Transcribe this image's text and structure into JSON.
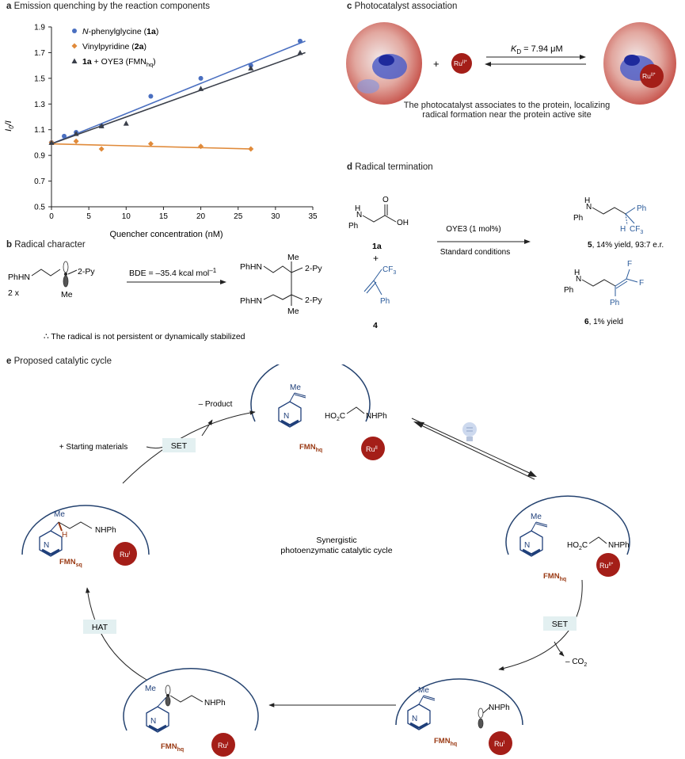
{
  "panel_a": {
    "letter": "a",
    "title": "Emission quenching by the reaction components",
    "ylabel_main": "I",
    "ylabel_sub": "0",
    "ylabel_suffix": "/I",
    "xlabel": "Quencher concentration (nM)",
    "legend": [
      {
        "pre": "",
        "ital": "N",
        "mid": "-phenylglycine (",
        "bold": "1a",
        "post": ")",
        "color": "#4a6fc0",
        "marker": "circle"
      },
      {
        "pre": "Vinylpyridine (",
        "ital": "",
        "mid": "",
        "bold": "2a",
        "post": ")",
        "color": "#e08a3a",
        "marker": "diamond"
      },
      {
        "pre": "",
        "ital": "",
        "mid": "",
        "bold": "1a",
        "post": " + OYE3 (FMN",
        "sub": "hq",
        "close": ")",
        "color": "#3a3f4a",
        "marker": "triangle"
      }
    ]
  },
  "chart_data": {
    "type": "scatter",
    "xlim": [
      0,
      35
    ],
    "ylim": [
      0.5,
      1.9
    ],
    "xticks": [
      0,
      5,
      10,
      15,
      20,
      25,
      30,
      35
    ],
    "yticks": [
      0.5,
      0.7,
      0.9,
      1.1,
      1.3,
      1.5,
      1.7,
      1.9
    ],
    "series": [
      {
        "name": "N-phenylglycine (1a)",
        "color": "#4a6fc0",
        "marker": "circle",
        "x": [
          0,
          1.7,
          3.3,
          6.7,
          13.3,
          20,
          26.7,
          33.3
        ],
        "y": [
          1.0,
          1.05,
          1.08,
          1.13,
          1.36,
          1.5,
          1.6,
          1.79
        ],
        "fit": [
          [
            0,
            0.99
          ],
          [
            34,
            1.79
          ]
        ]
      },
      {
        "name": "Vinylpyridine (2a)",
        "color": "#e08a3a",
        "marker": "diamond",
        "x": [
          0,
          3.3,
          6.7,
          13.3,
          20,
          26.7
        ],
        "y": [
          1.0,
          1.01,
          0.95,
          0.99,
          0.97,
          0.95
        ],
        "fit": [
          [
            0,
            0.99
          ],
          [
            27,
            0.95
          ]
        ]
      },
      {
        "name": "1a + OYE3 (FMNhq)",
        "color": "#3a3f4a",
        "marker": "triangle",
        "x": [
          0,
          3.3,
          6.7,
          10,
          20,
          26.7,
          33.3
        ],
        "y": [
          1.0,
          1.07,
          1.13,
          1.15,
          1.42,
          1.58,
          1.7
        ],
        "fit": [
          [
            0,
            0.99
          ],
          [
            34,
            1.7
          ]
        ]
      }
    ]
  },
  "panel_b": {
    "letter": "b",
    "title": "Radical character",
    "reactant": "PhHN",
    "reactant_sub": "2-Py",
    "reactant_me": "Me",
    "multiplier": "2 x",
    "arrow_label": "BDE = –35.4 kcal mol",
    "arrow_sup": "–1",
    "prod_top": "PhHN",
    "prod_bot": "PhHN",
    "prod_me1": "Me",
    "prod_me2": "Me",
    "prod_py1": "2-Py",
    "prod_py2": "2-Py",
    "conclusion": "∴ The radical is not persistent or dynamically stabilized"
  },
  "panel_c": {
    "letter": "c",
    "title": "Photocatalyst association",
    "plus": "+",
    "ru": "Ru",
    "ru_sup": "II*",
    "kd_label": "K",
    "kd_sub": "D",
    "kd_value": " = 7.94 μM",
    "caption_line1": "The photocatalyst associates to the protein, localizing",
    "caption_line2": "radical formation near the protein active site"
  },
  "panel_d": {
    "letter": "d",
    "title": "Radical termination",
    "sm1_label": "1a",
    "plus": "+",
    "sm2_label": "4",
    "cf3": "CF",
    "cf3_sub": "3",
    "ph": "Ph",
    "nh": "H",
    "n": "N",
    "oh": "OH",
    "o": "O",
    "arrow_top": "OYE3 (1 mol%)",
    "arrow_bottom": "Standard conditions",
    "p5_num": "5",
    "p5_rest": ", 14% yield, 93:7 e.r.",
    "p6_num": "6",
    "p6_rest": ", 1% yield",
    "f": "F",
    "h": "H"
  },
  "panel_e": {
    "letter": "e",
    "title": "Proposed catalytic cycle",
    "center_line1": "Synergistic",
    "center_line2": "photoenzymatic catalytic cycle",
    "set1": "SET",
    "set2": "SET",
    "hat": "HAT",
    "minus_product": "– Product",
    "plus_sm": "+ Starting materials",
    "minus_co2": "– CO",
    "co2_sub": "2",
    "fmn": "FMN",
    "hq": "hq",
    "sq": "sq",
    "ru_ii": "Ru",
    "sup_ii": "II",
    "sup_iistar": "II*",
    "sup_i": "I",
    "me": "Me",
    "h": "H",
    "nhph": "NHPh",
    "ho2c": "HO",
    "ho2c_sub": "2",
    "ho2c_c": "C",
    "n": "N"
  }
}
